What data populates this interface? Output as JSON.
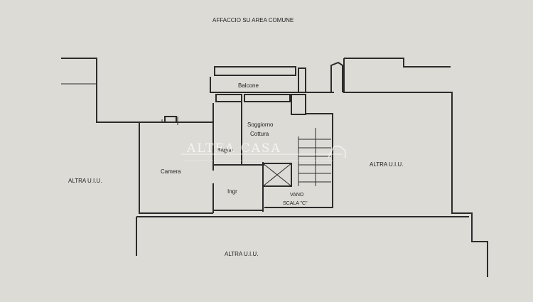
{
  "labels": {
    "top": "AFFACCIO SU AREA COMUNE",
    "left_unit": "ALTRA U.I.U.",
    "right_unit": "ALTRA U.I.U.",
    "bottom_unit": "ALTRA U.I.U.",
    "balcone": "Balcone",
    "soggiorno_line1": "Soggiorno",
    "soggiorno_line2": "Cottura",
    "bagno": "Bagno",
    "camera": "Camera",
    "ingresso": "Ingr",
    "vano_line1": "VANO",
    "vano_line2": "SCALA \"C\""
  },
  "watermark": {
    "text": "ALTEA CASA",
    "color": "#ffffff"
  },
  "colors": {
    "paper": "#dcdbd6",
    "ink": "#2b2b2b"
  }
}
